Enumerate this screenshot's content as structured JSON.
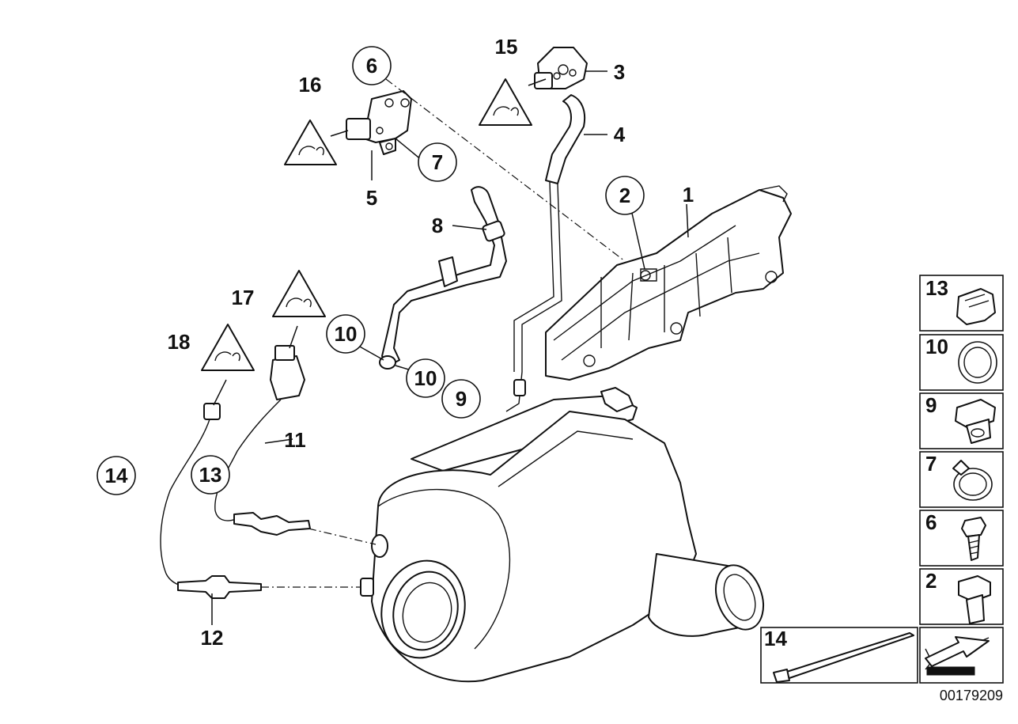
{
  "callouts": {
    "c1": "1",
    "c2": "2",
    "c3": "3",
    "c4": "4",
    "c5": "5",
    "c6": "6",
    "c7": "7",
    "c8": "8",
    "c9": "9",
    "c10a": "10",
    "c10b": "10",
    "c11": "11",
    "c12": "12",
    "c13": "13",
    "c14": "14",
    "c15": "15",
    "c16": "16",
    "c17": "17",
    "c18": "18"
  },
  "legend": {
    "item13": "13",
    "item10": "10",
    "item9": "9",
    "item7": "7",
    "item6": "6",
    "item2": "2",
    "item14": "14"
  },
  "diagram_number": "00179209",
  "colors": {
    "line": "#111111",
    "background": "#ffffff",
    "arrow_fill": "#111111"
  }
}
